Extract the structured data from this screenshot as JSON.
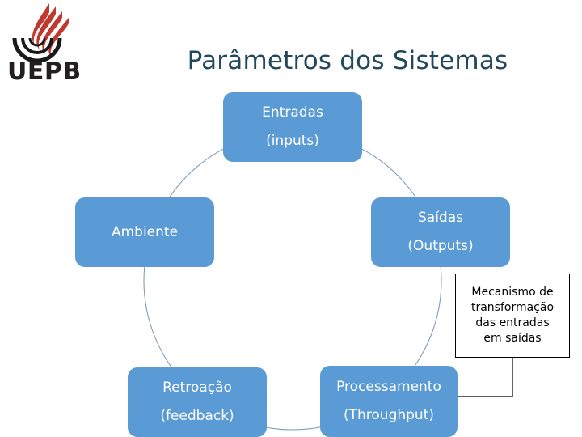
{
  "slide": {
    "title": "Parâmetros dos Sistemas",
    "title_color": "#22485C",
    "background_color": "#FFFFFF"
  },
  "logo": {
    "name": "uepb-logo",
    "wordmark": "UEPB",
    "flame_color": "#C0392F",
    "arc_color": "#1A1A1A",
    "wordmark_color": "#231F20"
  },
  "diagram": {
    "type": "cycle",
    "accent_color": "#5B9BD5",
    "circle_color": "#7F9DB9",
    "nodes": [
      {
        "id": "entradas",
        "line1": "Entradas",
        "line2": "(inputs)"
      },
      {
        "id": "saidas",
        "line1": "Saídas",
        "line2": "(Outputs)"
      },
      {
        "id": "processamento",
        "line1": "Processamento",
        "line2": "(Throughput)"
      },
      {
        "id": "retroacao",
        "line1": "Retroação",
        "line2": "(feedback)"
      },
      {
        "id": "ambiente",
        "line1": "Ambiente",
        "line2": ""
      }
    ],
    "callout": {
      "line1": "Mecanismo de",
      "line2": "transformação",
      "line3": "das entradas",
      "line4": "em saídas",
      "border_color": "#000000",
      "text_color": "#000000"
    }
  }
}
